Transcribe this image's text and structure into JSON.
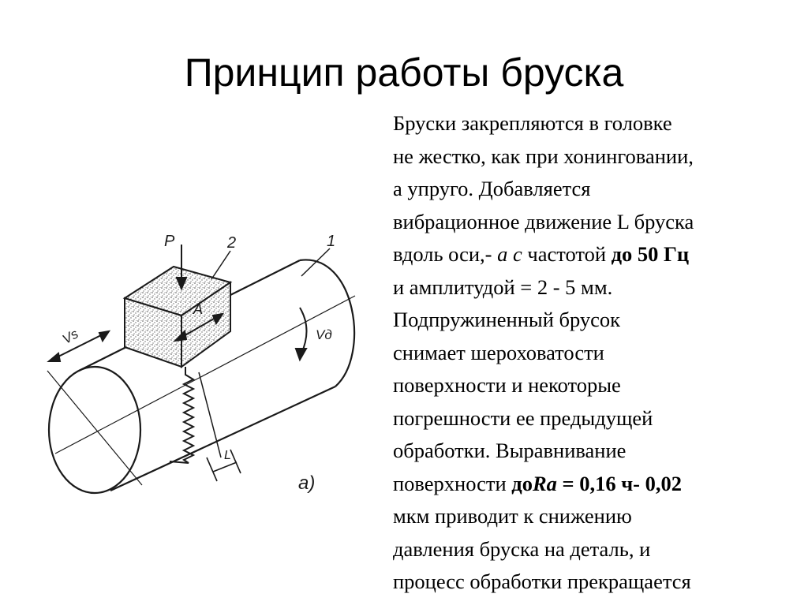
{
  "title": "Принцип работы бруска",
  "paragraph": {
    "l1": "Бруски закрепляются в головке",
    "l2": "не жестко, как при хонинговании,",
    "l3": "а упруго. Добавляется",
    "l4": "вибрационное движение L бруска",
    "l5_a": "вдоль оси,- ",
    "l5_b": "а с",
    "l5_c": " частотой ",
    "l5_d": "до 50 Гц",
    "l6": "и амплитудой  = 2 - 5 мм.",
    "l7": "Подпружиненный брусок",
    "l8": "снимает шероховатости",
    "l9": "поверхности и некоторые",
    "l10": "погрешности ее предыдущей",
    "l11": "обработки. Выравнивание",
    "l12_a": "поверхности ",
    "l12_b": "до",
    "l12_c": "Ra",
    "l12_d": " = 0,16 ч- 0,02",
    "l13": "мкм приводит к снижению",
    "l14": "давления бруска на деталь, и",
    "l15": "процесс обработки прекращается"
  },
  "diagram": {
    "label_p": "P",
    "label_2": "2",
    "label_1": "1",
    "label_a": "A",
    "label_vs": "Vs",
    "label_vd": "Vд",
    "label_l": "L",
    "label_fig": "а)"
  }
}
